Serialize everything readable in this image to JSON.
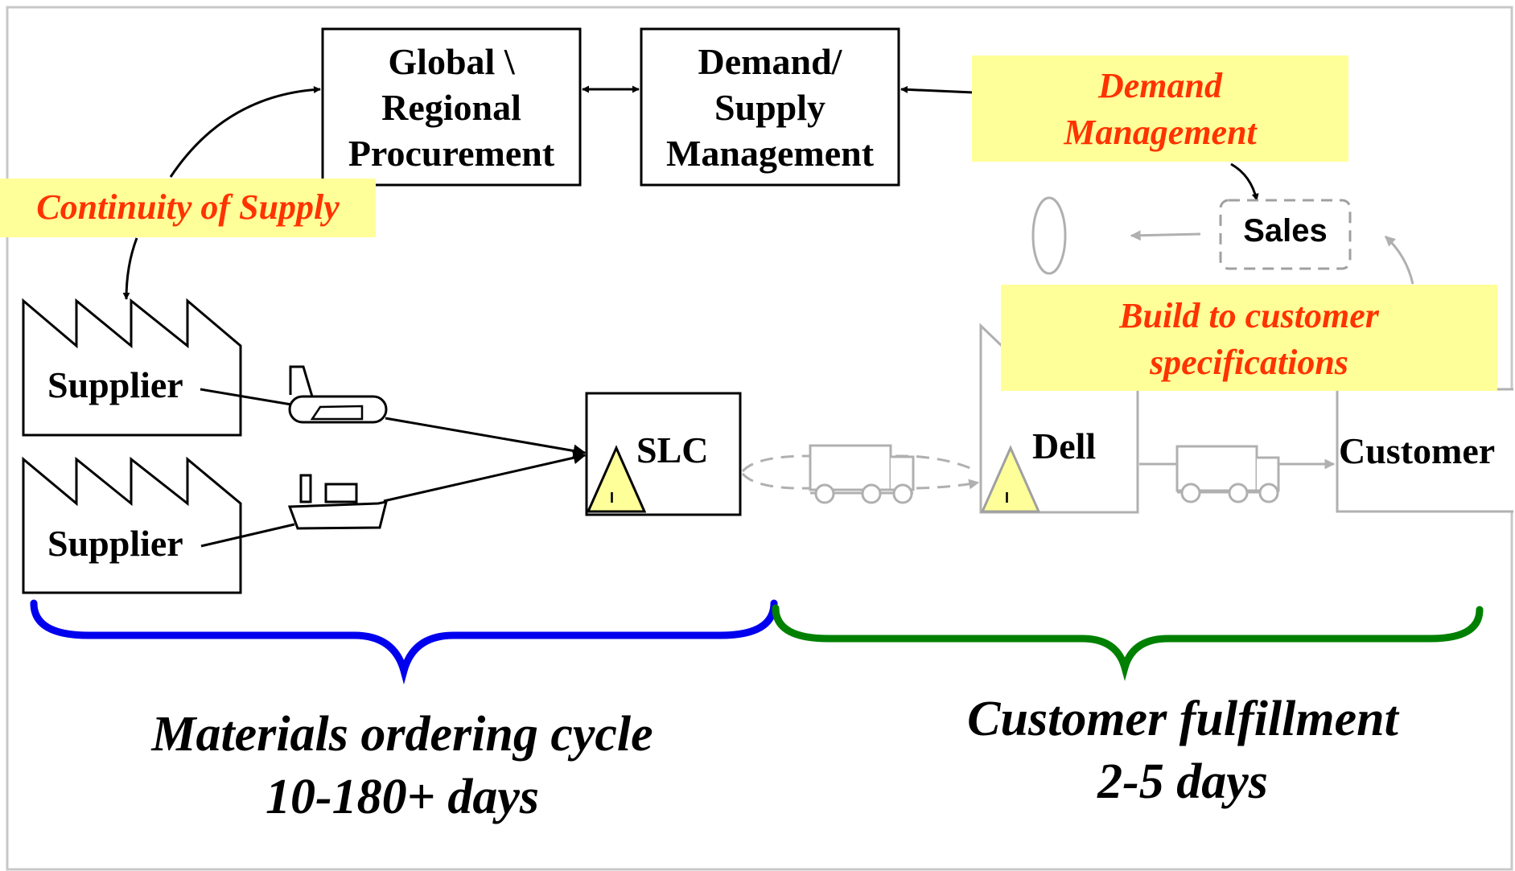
{
  "procurement_box": {
    "line1": "Global \\",
    "line2": "Regional",
    "line3": "Procurement"
  },
  "demand_supply_box": {
    "line1": "Demand/",
    "line2": "Supply",
    "line3": "Management"
  },
  "notes": {
    "demand_management": {
      "line1": "Demand",
      "line2": "Management"
    },
    "continuity_of_supply": "Continuity of Supply",
    "build_to_customer": {
      "line1": "Build to customer",
      "line2": "specifications"
    }
  },
  "sales_label": "Sales",
  "supplier_top_label": "Supplier",
  "supplier_bottom_label": "Supplier",
  "slc_label": "SLC",
  "dell_label": "Dell",
  "customer_label": "Customer",
  "inventory_marker": "I",
  "materials_cycle": {
    "line1": "Materials ordering cycle",
    "line2": "10-180+ days"
  },
  "customer_fulfillment": {
    "line1": "Customer fulfillment",
    "line2": "2-5 days"
  },
  "colors": {
    "note_fill": "#ffff99",
    "note_text": "#ff3300",
    "inventory_fill": "#ffff99",
    "brace_materials": "#0000ee",
    "brace_fulfillment": "#008000",
    "faded_gray": "#b0b0b0"
  },
  "icons": [
    "factory-icon",
    "airplane-icon",
    "ship-icon",
    "truck-icon",
    "inventory-triangle-icon"
  ]
}
